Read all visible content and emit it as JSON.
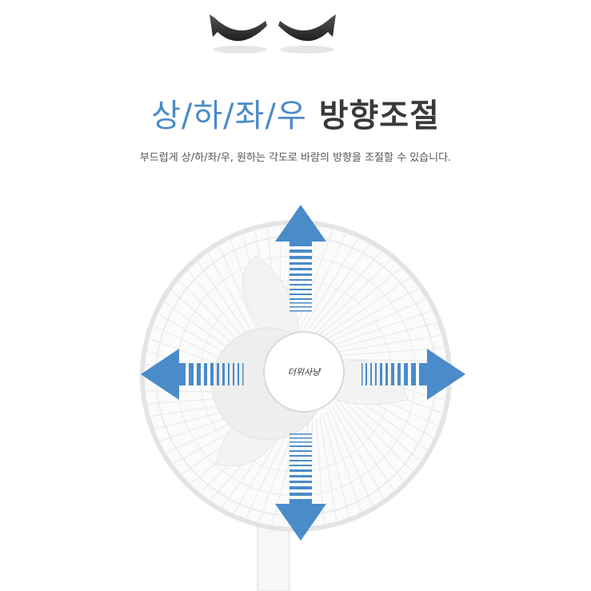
{
  "title": {
    "accent_part": "상/하/좌/우",
    "dark_part": "방향조절"
  },
  "subtitle": "부드럽게 상/하/좌/우, 원하는 각도로 바람의 방향을 조절할 수 있습니다.",
  "hub_logo": "더위사냥",
  "colors": {
    "accent": "#4a8bc9",
    "arrow": "#4a8bc9",
    "text_dark": "#3a3a3a"
  },
  "icons": [
    "swing-left-arrow-icon",
    "swing-right-arrow-icon",
    "arrow-up-icon",
    "arrow-down-icon",
    "arrow-left-icon",
    "arrow-right-icon"
  ]
}
